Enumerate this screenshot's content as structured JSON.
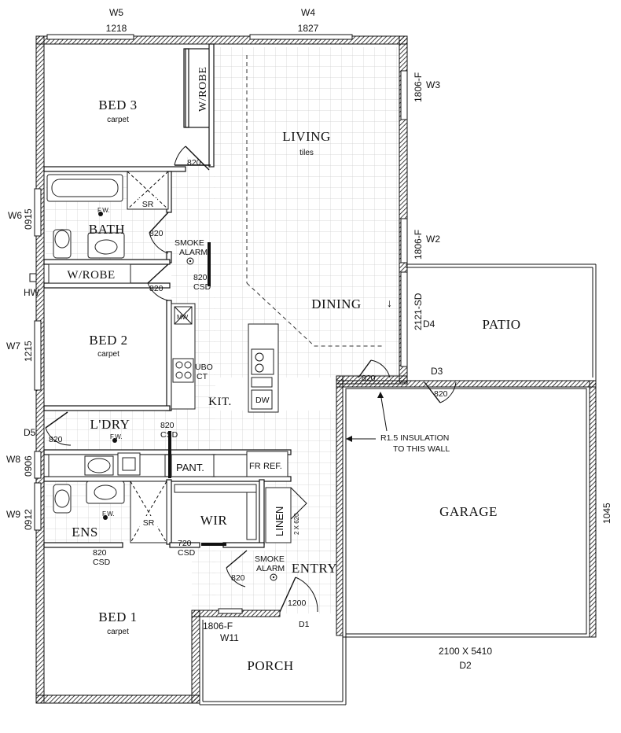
{
  "plan": {
    "rooms": {
      "bed3": {
        "name": "BED 3",
        "floor": "carpet"
      },
      "bed2": {
        "name": "BED 2",
        "floor": "carpet"
      },
      "bed1": {
        "name": "BED 1",
        "floor": "carpet"
      },
      "living": {
        "name": "LIVING",
        "floor": "tiles"
      },
      "dining": {
        "name": "DINING"
      },
      "bath": {
        "name": "BATH"
      },
      "wrobe_top": {
        "name": "W/ROBE"
      },
      "wrobe_mid": {
        "name": "W/ROBE"
      },
      "ldry": {
        "name": "L'DRY"
      },
      "ens": {
        "name": "ENS"
      },
      "wir": {
        "name": "WIR"
      },
      "linen": {
        "name": "LINEN"
      },
      "entry": {
        "name": "ENTRY"
      },
      "porch": {
        "name": "PORCH"
      },
      "patio": {
        "name": "PATIO"
      },
      "garage": {
        "name": "GARAGE"
      },
      "kit": {
        "name": "KIT."
      },
      "pant": {
        "name": "PANT."
      },
      "fr": {
        "name": "FR"
      },
      "ref": {
        "name": "REF."
      }
    },
    "windows": {
      "w5": {
        "id": "W5",
        "size": "1218"
      },
      "w4": {
        "id": "W4",
        "size": "1827"
      },
      "w3": {
        "id": "W3",
        "size": "1806-F"
      },
      "w2": {
        "id": "W2",
        "size": "1806-F"
      },
      "w6": {
        "id": "W6",
        "size": "0915"
      },
      "hw": {
        "id": "HW"
      },
      "w7": {
        "id": "W7",
        "size": "1215"
      },
      "w8": {
        "id": "W8",
        "size": "0906"
      },
      "w9": {
        "id": "W9",
        "size": "0912"
      },
      "w11": {
        "id": "W11",
        "size": "1806-F"
      }
    },
    "doors": {
      "d_bed3": "820",
      "d_bath": "820",
      "d_bed2": "820",
      "d_linen_hall": "820",
      "csd_hall": "CSD",
      "d5_id": "D5",
      "d5": "820",
      "ldry_csd_size": "820",
      "ldry_csd": "CSD",
      "ens_csd_size": "820",
      "ens_csd": "CSD",
      "wir_csd_size": "720",
      "wir_csd": "CSD",
      "d_bed1": "820",
      "d1_size": "1200",
      "d1_id": "D1",
      "d4_size": "2121-SD",
      "d4_id": "D4",
      "d3_id": "D3",
      "d3": "820",
      "d_garage": "820",
      "d2_size": "2100 X 5410",
      "d2_id": "D2",
      "linen_door": "2 X 620"
    },
    "labels": {
      "sr_top": "SR",
      "sr_ens": "SR",
      "fw_bath": "F.W.",
      "fw_ldry": "F.W.",
      "fw_ens": "F.W.",
      "smoke_top": "SMOKE",
      "alarm_top": "ALARM",
      "smoke_entry": "SMOKE",
      "alarm_entry": "ALARM",
      "mw": "MW",
      "ubo": "UBO",
      "ct": "CT",
      "dw": "DW",
      "insulation_1": "R1.5 INSULATION",
      "insulation_2": "TO THIS WALL",
      "garage_dim": "1045"
    }
  }
}
